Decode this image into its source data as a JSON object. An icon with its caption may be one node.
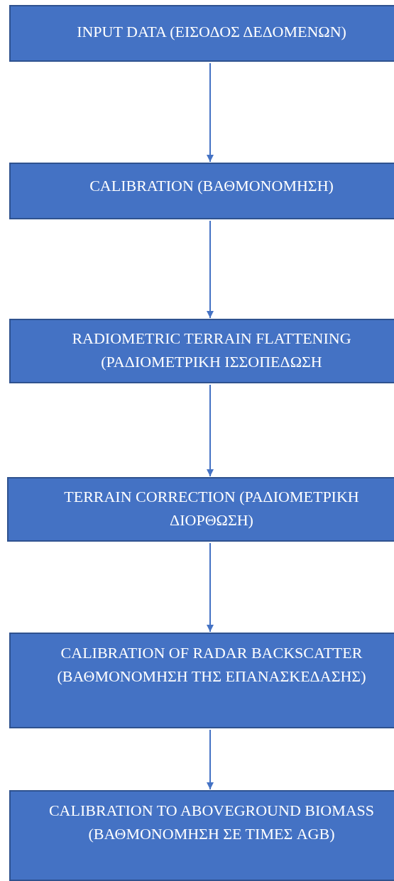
{
  "diagram": {
    "nodes": [
      {
        "text": [
          "INPUT DATA (ΕΙΣΟΔΟΣ ΔΕΔΟΜΕΝΩΝ)"
        ]
      },
      {
        "text": [
          "CALIBRATION (ΒΑΘΜΟΝΟΜΗΣΗ)"
        ]
      },
      {
        "text": [
          "RADIOMETRIC TERRAIN FLATTENING (ΡΑΔΙΟΜΕΤΡΙΚΗ ΙΣΣΟΠΕΔΩΣΗ"
        ]
      },
      {
        "text": [
          "TERRAIN CORRECTION (ΡΑΔΙΟΜΕΤΡΙΚΗ ΔΙΟΡΘΩΣΗ)"
        ]
      },
      {
        "text": [
          "CALIBRATION OF RADAR BACKSCATTER (ΒΑΘΜΟΝΟΜΗΣΗ ΤΗΣ ΕΠΑΝΑΣΚΕΔΑΣΗΣ)"
        ]
      },
      {
        "text": [
          "CALIBRATION TO ABOVEGROUND BIOMASS (ΒΑΘΜΟΝΟΜΗΣΗ ΣΕ ΤΙΜΕΣ AGB)"
        ]
      }
    ],
    "edges": [
      {
        "from": 0,
        "to": 1,
        "arrow": "to"
      },
      {
        "from": 1,
        "to": 2,
        "arrow": "to"
      },
      {
        "from": 2,
        "to": 3,
        "arrow": "to"
      },
      {
        "from": 3,
        "to": 4,
        "arrow": "to"
      },
      {
        "from": 4,
        "to": 5,
        "arrow": "to"
      }
    ]
  }
}
